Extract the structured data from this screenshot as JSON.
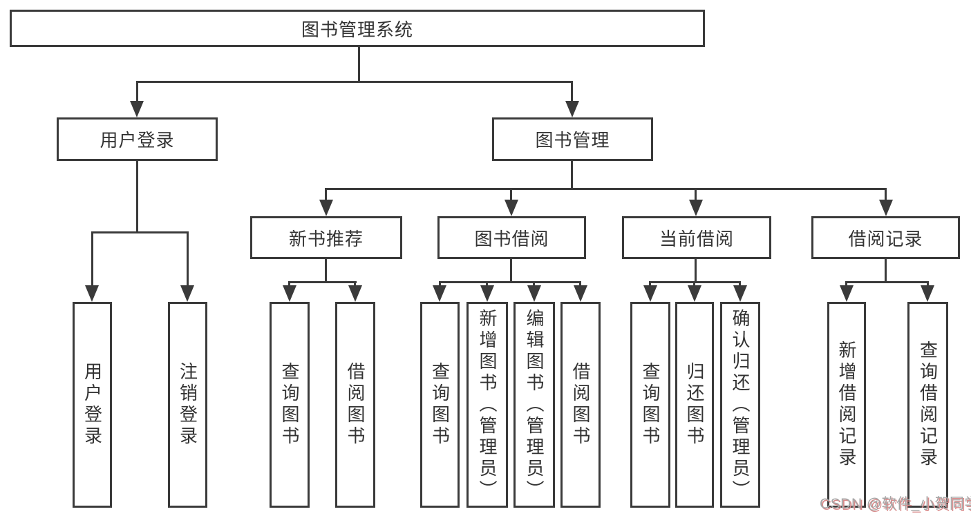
{
  "tree": {
    "root": "图书管理系统",
    "level2": [
      "用户登录",
      "图书管理"
    ],
    "level3": [
      "新书推荐",
      "图书借阅",
      "当前借阅",
      "借阅记录"
    ],
    "leaves": {
      "login": [
        "用户登录",
        "注销登录"
      ],
      "new_books": [
        "查询图书",
        "借阅图书"
      ],
      "borrow": [
        "查询图书",
        "新增图书（管理员）",
        "编辑图书（管理员）",
        "借阅图书"
      ],
      "current": [
        "查询图书",
        "归还图书",
        "确认归还（管理员）"
      ],
      "records": [
        "新增借阅记录",
        "查询借阅记录"
      ]
    }
  },
  "watermark": "CSDN @软件_小贺同学",
  "colors": {
    "line": "#3a3a3a",
    "text": "#333333",
    "background": "#ffffff",
    "watermark_gray": "#a6a6a6",
    "watermark_red_shadow": "#d98c8c"
  }
}
